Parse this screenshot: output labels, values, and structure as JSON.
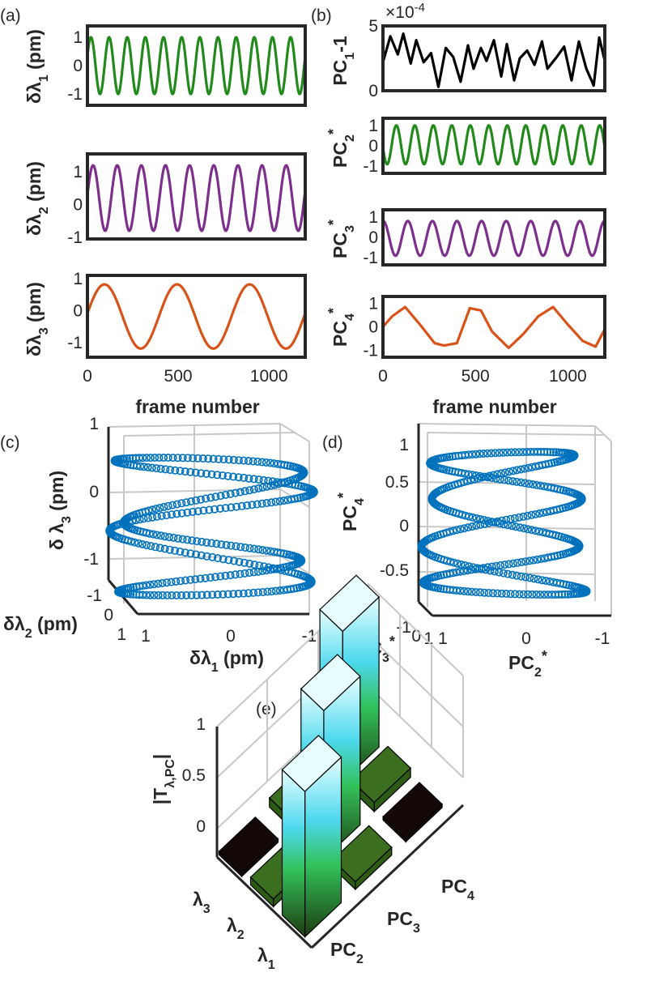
{
  "colors": {
    "green": "#218a1b",
    "purple": "#7e2f8e",
    "orange": "#d95319",
    "black": "#000000",
    "blue": "#0072bd",
    "axis": "#262626"
  },
  "panels": {
    "a": {
      "label": "(a)"
    },
    "b": {
      "label": "(b)"
    },
    "c": {
      "label": "(c)"
    },
    "d": {
      "label": "(d)"
    },
    "e": {
      "label": "(e)"
    }
  },
  "panel_a": {
    "xlabel": "frame number",
    "ylabels": [
      {
        "symbol": "δλ",
        "sub": "1",
        "unit": " (pm)"
      },
      {
        "symbol": "δλ",
        "sub": "2",
        "unit": " (pm)"
      },
      {
        "symbol": "δλ",
        "sub": "3",
        "unit": " (pm)"
      }
    ]
  },
  "panel_b": {
    "xlabel": "frame number",
    "exponent": "×10",
    "exponent_power": "-4",
    "ylabels": [
      {
        "symbol": "PC",
        "sub": "1",
        "suffix": "-1"
      },
      {
        "symbol": "PC",
        "sub": "2",
        "suffix": "*"
      },
      {
        "symbol": "PC",
        "sub": "3",
        "suffix": "*"
      },
      {
        "symbol": "PC",
        "sub": "4",
        "suffix": "*"
      }
    ]
  },
  "panel_c": {
    "xlabel": {
      "symbol": "δλ",
      "sub": "1",
      "unit": " (pm)"
    },
    "ylabel": {
      "symbol": "δλ",
      "sub": "2",
      "unit": " (pm)"
    },
    "zlabel": {
      "symbol": "δ λ",
      "sub": "3",
      "unit": " (pm)"
    }
  },
  "panel_d": {
    "xlabel": {
      "symbol": "PC",
      "sub": "2",
      "suffix": "*"
    },
    "ylabel": {
      "symbol": "PC",
      "sub": "3",
      "suffix": "*"
    },
    "zlabel": {
      "symbol": "PC",
      "sub": "4",
      "suffix": "*"
    }
  },
  "panel_e": {
    "zlabel": "|T",
    "zlabel_sub": "λ,PC",
    "zlabel_end": "|",
    "row_labels": [
      {
        "symbol": "λ",
        "sub": "3"
      },
      {
        "symbol": "λ",
        "sub": "2"
      },
      {
        "symbol": "λ",
        "sub": "1"
      }
    ],
    "col_labels": [
      {
        "symbol": "PC",
        "sub": "2"
      },
      {
        "symbol": "PC",
        "sub": "3"
      },
      {
        "symbol": "PC",
        "sub": "4"
      }
    ]
  },
  "chart_data": [
    {
      "panel": "a1",
      "type": "line",
      "x_range": [
        0,
        1200
      ],
      "ylim": [
        -1.4,
        1.4
      ],
      "yticks": [
        "1",
        "0",
        "-1"
      ],
      "xticks": [],
      "series": [
        {
          "color": "#218a1b",
          "kind": "sine",
          "amplitude": 1.0,
          "offset": 0,
          "period": 100,
          "phase": 0.35
        }
      ]
    },
    {
      "panel": "a2",
      "type": "line",
      "x_range": [
        0,
        1200
      ],
      "ylim": [
        -1.05,
        1.55
      ],
      "yticks": [
        "1",
        "0",
        "-1"
      ],
      "xticks": [],
      "series": [
        {
          "color": "#7e2f8e",
          "kind": "sine",
          "amplitude": 1.0,
          "offset": 0.2,
          "period": 133,
          "phase": 0.1
        }
      ]
    },
    {
      "panel": "a3",
      "type": "line",
      "x_range": [
        0,
        1200
      ],
      "ylim": [
        -1.45,
        1.1
      ],
      "yticks": [
        "1",
        "0",
        "-1"
      ],
      "xticks": [
        "0",
        "500",
        "1000"
      ],
      "series": [
        {
          "color": "#d95319",
          "kind": "sine",
          "amplitude": 1.0,
          "offset": -0.18,
          "period": 400,
          "phase": 0.1
        }
      ]
    },
    {
      "panel": "b1",
      "type": "line",
      "x_range": [
        0,
        1200
      ],
      "ylim": [
        0,
        5
      ],
      "yticks": [
        "5",
        "0"
      ],
      "xticks": [],
      "series": [
        {
          "color": "#000000",
          "kind": "points",
          "x": [
            0,
            40,
            80,
            110,
            150,
            180,
            220,
            260,
            300,
            340,
            380,
            420,
            460,
            490,
            530,
            560,
            600,
            640,
            670,
            710,
            740,
            780,
            820,
            860,
            890,
            940,
            980,
            1020,
            1060,
            1100,
            1140,
            1170,
            1200
          ],
          "y": [
            2.2,
            4.2,
            2.8,
            4.4,
            2.1,
            3.9,
            2.2,
            2.9,
            0.3,
            3.3,
            2.6,
            0.7,
            3.5,
            1.7,
            3.3,
            2.3,
            3.9,
            1.1,
            3.6,
            0.8,
            2.5,
            3.1,
            2.0,
            3.8,
            1.7,
            2.6,
            3.4,
            0.8,
            3.8,
            1.7,
            0.4,
            4.1,
            2.3
          ]
        }
      ]
    },
    {
      "panel": "b2",
      "type": "line",
      "x_range": [
        0,
        1200
      ],
      "ylim": [
        -1.35,
        1.35
      ],
      "yticks": [
        "1",
        "0",
        "-1"
      ],
      "xticks": [],
      "series": [
        {
          "color": "#218a1b",
          "kind": "sine",
          "amplitude": 0.95,
          "offset": 0.05,
          "period": 100,
          "phase": 3.3
        }
      ]
    },
    {
      "panel": "b3",
      "type": "line",
      "x_range": [
        0,
        1200
      ],
      "ylim": [
        -1.35,
        1.35
      ],
      "yticks": [
        "1",
        "0",
        "-1"
      ],
      "xticks": [],
      "series": [
        {
          "color": "#7e2f8e",
          "kind": "sine",
          "amplitude": 0.85,
          "offset": -0.05,
          "period": 133,
          "phase": 1.5
        }
      ]
    },
    {
      "panel": "b4",
      "type": "line",
      "x_range": [
        0,
        1200
      ],
      "ylim": [
        -1.3,
        1.3
      ],
      "yticks": [
        "1",
        "0",
        "-1"
      ],
      "xticks": [
        "0",
        "500",
        "1000"
      ],
      "series": [
        {
          "color": "#d95319",
          "kind": "points",
          "x": [
            0,
            50,
            120,
            200,
            280,
            330,
            400,
            470,
            530,
            590,
            680,
            760,
            840,
            920,
            1000,
            1080,
            1150,
            1200
          ],
          "y": [
            0.0,
            0.45,
            0.85,
            0.1,
            -0.7,
            -0.8,
            -0.7,
            0.8,
            0.7,
            -0.2,
            -0.9,
            -0.3,
            0.45,
            0.85,
            0.1,
            -0.6,
            -0.85,
            -0.1
          ]
        }
      ]
    },
    {
      "panel": "c",
      "type": "scatter",
      "x_range": [
        -1,
        1
      ],
      "y_range": [
        -1,
        1
      ],
      "z_range": [
        -1.5,
        1
      ],
      "zticks": [
        "1",
        "0",
        "-1"
      ],
      "xticks": [
        "1",
        "0",
        "-1"
      ],
      "yticks": [
        "-1",
        "0",
        "1"
      ],
      "series": [
        {
          "color": "#0072bd",
          "kind": "helix"
        }
      ]
    },
    {
      "panel": "d",
      "type": "scatter",
      "x_range": [
        -1,
        1
      ],
      "y_range": [
        -1,
        1
      ],
      "z_range": [
        -1,
        1.1
      ],
      "zticks": [
        "1",
        "0.5",
        "0",
        "-0.5"
      ],
      "xticks": [
        "1",
        "0",
        "-1"
      ],
      "yticks": [
        "-1",
        "0",
        "1"
      ],
      "series": [
        {
          "color": "#0072bd",
          "kind": "helix"
        }
      ]
    },
    {
      "panel": "e",
      "type": "bar3d",
      "rows": [
        "λ1",
        "λ2",
        "λ3"
      ],
      "cols": [
        "PC2",
        "PC3",
        "PC4"
      ],
      "zticks": [
        "1",
        "0.5",
        "0"
      ],
      "zlim": [
        0,
        1
      ],
      "values": [
        [
          0.95,
          0.05,
          0.0
        ],
        [
          0.05,
          0.97,
          0.06
        ],
        [
          0.0,
          0.06,
          0.98
        ]
      ]
    }
  ]
}
